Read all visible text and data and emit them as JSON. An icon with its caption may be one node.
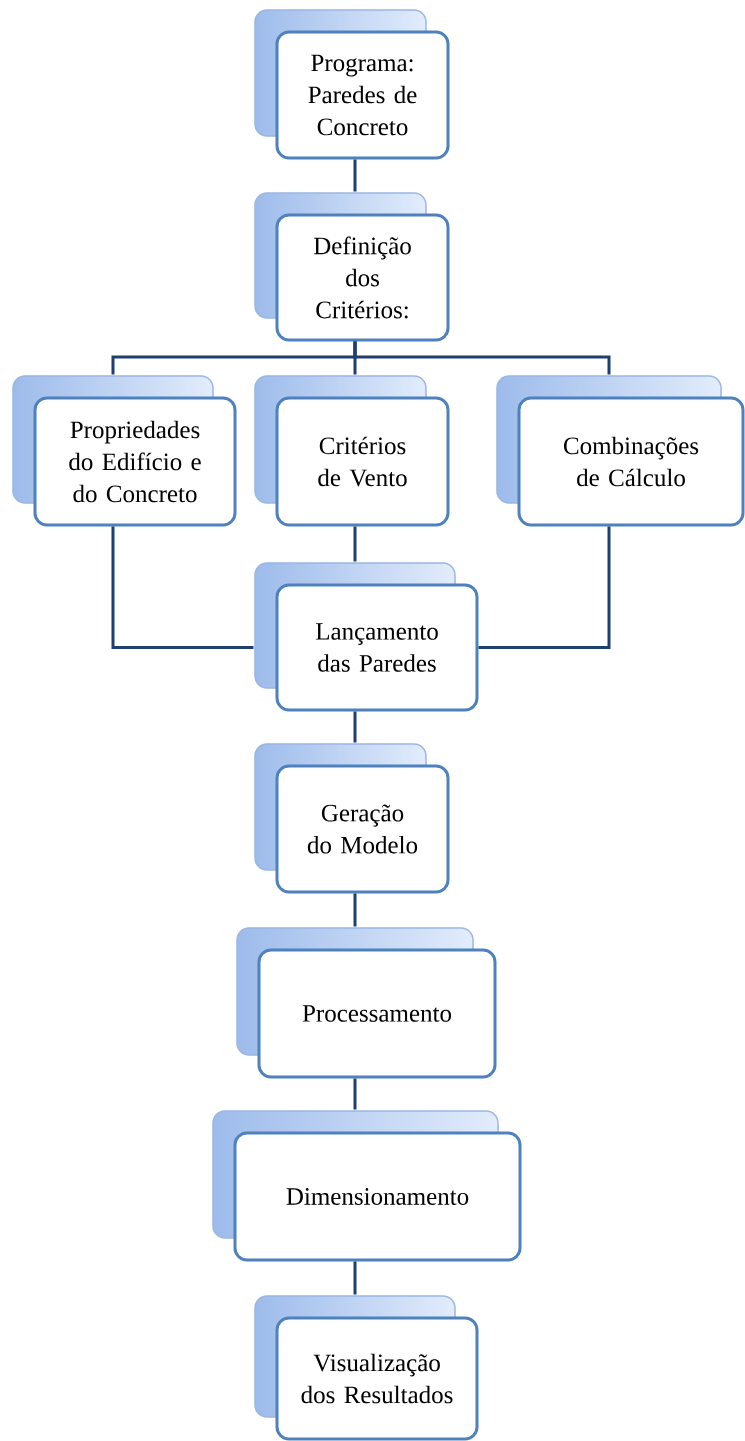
{
  "diagram": {
    "nodes": [
      {
        "text": [
          "Programa: Paredes de Concreto"
        ]
      },
      {
        "text": [
          "Definição dos Critérios:"
        ]
      },
      {
        "text": [
          "Propriedades do Edifício e do Concreto"
        ]
      },
      {
        "text": [
          "Critérios de Vento"
        ]
      },
      {
        "text": [
          "Combinações de Cálculo"
        ]
      },
      {
        "text": [
          "Lançamento das Paredes"
        ]
      },
      {
        "text": [
          "Geração do Modelo"
        ]
      },
      {
        "text": [
          "Processamento"
        ]
      },
      {
        "text": [
          "Dimensionamento"
        ]
      },
      {
        "text": [
          "Visualização dos Resultados"
        ]
      }
    ],
    "edges": [
      {
        "from": 0,
        "to": 1,
        "arrow": "none"
      },
      {
        "from": 1,
        "to": 2,
        "arrow": "none"
      },
      {
        "from": 1,
        "to": 3,
        "arrow": "none"
      },
      {
        "from": 1,
        "to": 4,
        "arrow": "none"
      },
      {
        "from": 2,
        "to": 5,
        "arrow": "none"
      },
      {
        "from": 3,
        "to": 5,
        "arrow": "none"
      },
      {
        "from": 4,
        "to": 5,
        "arrow": "none"
      },
      {
        "from": 5,
        "to": 6,
        "arrow": "none"
      },
      {
        "from": 6,
        "to": 7,
        "arrow": "none"
      },
      {
        "from": 7,
        "to": 8,
        "arrow": "none"
      },
      {
        "from": 8,
        "to": 9,
        "arrow": "none"
      }
    ]
  }
}
